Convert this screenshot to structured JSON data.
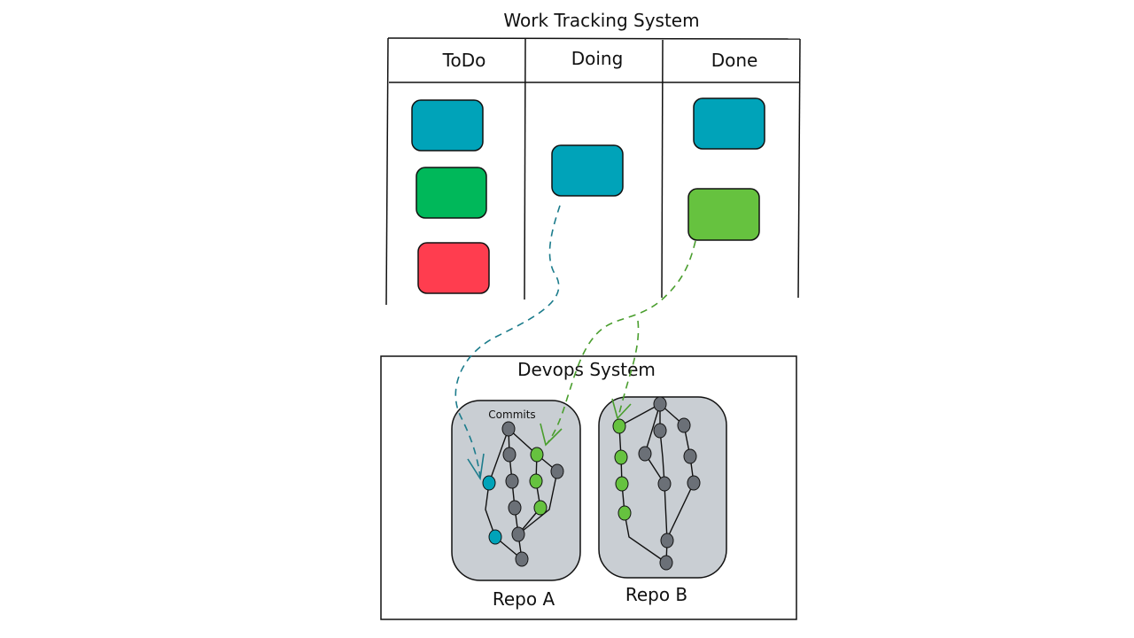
{
  "work_tracking": {
    "title": "Work Tracking System",
    "columns": [
      {
        "label": "ToDo"
      },
      {
        "label": "Doing"
      },
      {
        "label": "Done"
      }
    ],
    "cards": [
      {
        "column": "ToDo",
        "color": "#00A3B9"
      },
      {
        "column": "ToDo",
        "color": "#00B85A"
      },
      {
        "column": "ToDo",
        "color": "#FF3D4F"
      },
      {
        "column": "Doing",
        "color": "#00A3B9"
      },
      {
        "column": "Done",
        "color": "#00A3B9"
      },
      {
        "column": "Done",
        "color": "#66C23F"
      }
    ]
  },
  "devops": {
    "title": "Devops System",
    "commits_label": "Commits",
    "repos": [
      {
        "label": "Repo A"
      },
      {
        "label": "Repo B"
      }
    ]
  },
  "links": [
    {
      "from": "Doing card (teal)",
      "to": "Repo A teal commit",
      "color": "#1C7C8C"
    },
    {
      "from": "Done card (green)",
      "to": "Repo A green commit",
      "color": "#4A9E2E"
    },
    {
      "from": "Done card (green)",
      "to": "Repo B green commit",
      "color": "#4A9E2E"
    }
  ],
  "colors": {
    "teal": "#00A3B9",
    "green": "#00B85A",
    "light_green": "#66C23F",
    "red": "#FF3D4F",
    "gray_node": "#6B7077",
    "repo_bg": "#C9CED3",
    "line": "#111111"
  }
}
